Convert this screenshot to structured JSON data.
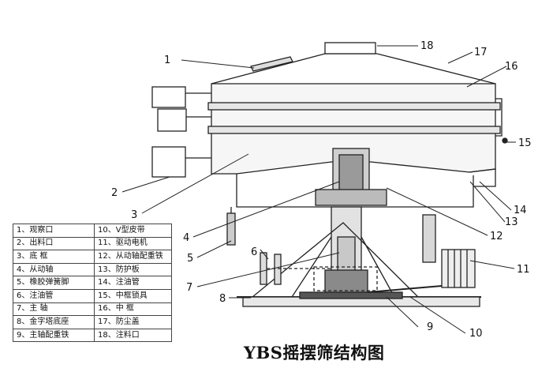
{
  "title": "YBS摇摆筛结构图",
  "callouts": [
    "1",
    "2",
    "3",
    "4",
    "5",
    "6",
    "7",
    "8",
    "9",
    "10",
    "11",
    "12",
    "13",
    "14",
    "15",
    "16",
    "17",
    "18"
  ],
  "legend": [
    [
      "1、观察口",
      "10、V型皮带"
    ],
    [
      "2、出料口",
      "11、驱动电机"
    ],
    [
      "3、底 框",
      "12、从动轴配重铁"
    ],
    [
      "4、从动轴",
      "13、防护板"
    ],
    [
      "5、橡胶弹簧脚",
      "14、注油管"
    ],
    [
      "6、注油管",
      "15、中框锁具"
    ],
    [
      "7、主 轴",
      "16、中 框"
    ],
    [
      "8、金字塔底座",
      "17、防尘盖"
    ],
    [
      "9、主轴配重铁",
      "18、注料口"
    ]
  ]
}
